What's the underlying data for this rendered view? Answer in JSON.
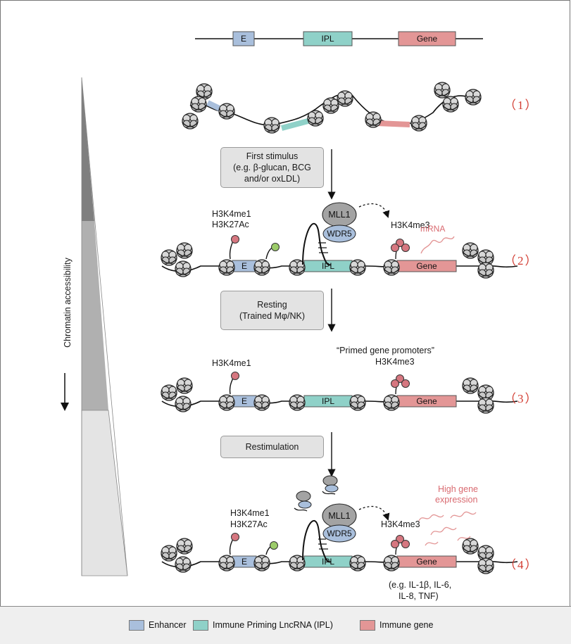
{
  "schematic": {
    "enhancer": "E",
    "ipl": "IPL",
    "gene": "Gene"
  },
  "steps": [
    {
      "num": "（1）"
    },
    {
      "num": "（2）"
    },
    {
      "num": "（3）"
    },
    {
      "num": "（4）"
    }
  ],
  "transitions": {
    "first_stimulus": [
      "First stimulus",
      "(e.g. β-glucan, BCG",
      "and/or oxLDL)"
    ],
    "resting": [
      "Resting",
      "(Trained Mφ/NK)"
    ],
    "restimulation": "Restimulation"
  },
  "marks": {
    "h3k4me1": "H3K4me1",
    "h3k27ac": "H3K27Ac",
    "h3k4me3": "H3K4me3",
    "mll1": "MLL1",
    "wdr5": "WDR5",
    "mrna": "mRNA",
    "primed": "“Primed gene promoters”",
    "high_expression": [
      "High gene",
      "expression"
    ],
    "examples": [
      "(e.g. IL-1β, IL-6,",
      "IL-8, TNF)"
    ]
  },
  "axis_label": "Chromatin accessibility",
  "legend": [
    {
      "label": "Enhancer",
      "color": "#a9bfdc"
    },
    {
      "label": "Immune Priming LncRNA (IPL)",
      "color": "#8fd1c8"
    },
    {
      "label": "Immune gene",
      "color": "#e39696"
    }
  ],
  "colors": {
    "enhancer": "#a9bfdc",
    "ipl": "#8fd1c8",
    "gene": "#e39696",
    "mark_red": "#d67780",
    "mark_green": "#9ccc6a",
    "step_num": "#d23a2f"
  }
}
